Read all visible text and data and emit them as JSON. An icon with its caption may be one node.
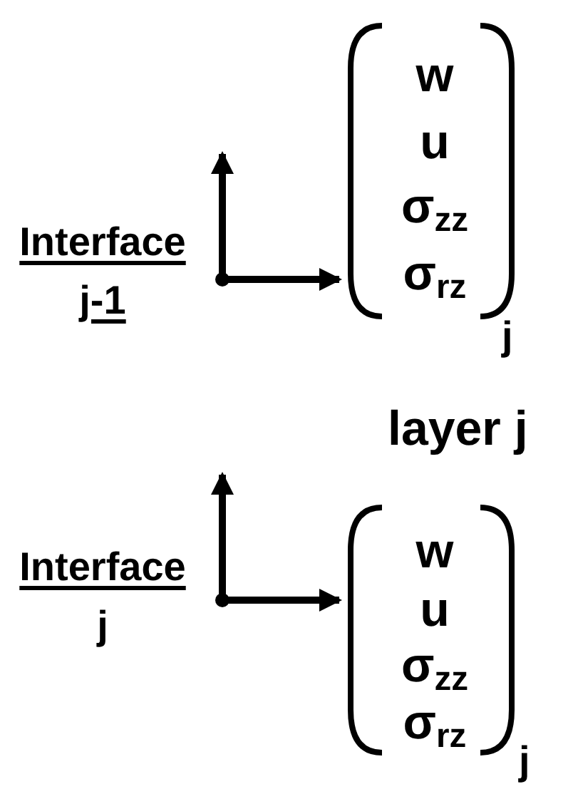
{
  "diagram": {
    "labels": [
      "Interface j-1",
      "w",
      "u",
      "σ$_{zz}$",
      "σ$_{rz}$",
      "j",
      "layer j",
      "Interface j",
      "w",
      "u",
      "σ$_{zz}$",
      "σ$_{rz}$",
      "j"
    ]
  }
}
